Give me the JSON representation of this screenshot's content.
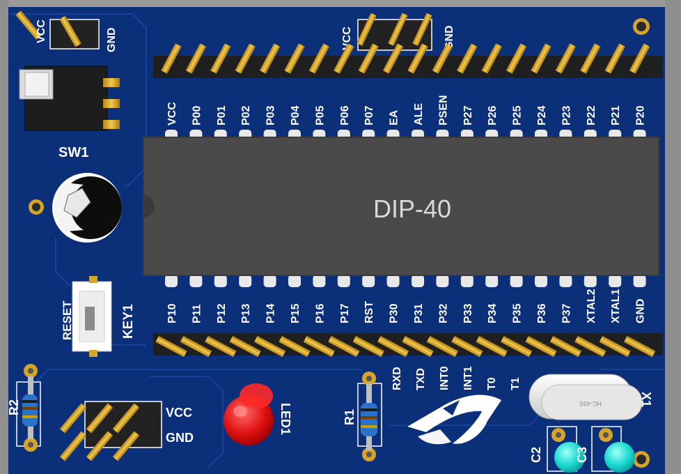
{
  "board": {
    "chip_label": "DIP-40",
    "top_pins": [
      "VCC",
      "P00",
      "P01",
      "P02",
      "P03",
      "P04",
      "P05",
      "P06",
      "P07",
      "EA",
      "ALE",
      "PSEN",
      "P27",
      "P26",
      "P25",
      "P24",
      "P23",
      "P22",
      "P21",
      "P20"
    ],
    "bottom_pins": [
      "P10",
      "P11",
      "P12",
      "P13",
      "P14",
      "P15",
      "P16",
      "P17",
      "RST",
      "P30",
      "P31",
      "P32",
      "P33",
      "P34",
      "P35",
      "P36",
      "P37",
      "XTAL2",
      "XTAL1",
      "GND"
    ],
    "serial_labels": [
      "RXD",
      "TXD",
      "INT0",
      "INT1",
      "T0",
      "T1"
    ],
    "power_header_top_left": {
      "left": "VCC",
      "right": "GND"
    },
    "power_header_top_center": {
      "left": "VCC",
      "right": "GND"
    },
    "power_header_bottom": {
      "top": "VCC",
      "bottom": "GND"
    },
    "sw1_label": "SW1",
    "key1_label": "KEY1",
    "reset_label": "RESET",
    "r1_label": "R1",
    "r2_label": "R2",
    "led1_label": "LED1",
    "c2_label": "C2",
    "c3_label": "C3",
    "x1_label": "X1",
    "crystal_marking": "HC-49S"
  },
  "colors": {
    "pcb": "#0c2f7a",
    "trace": "#123a8c",
    "chip": "#4a4a4a",
    "gold": "#d6a42a",
    "led": "#e01010",
    "capacitor": "#19d8d0"
  }
}
